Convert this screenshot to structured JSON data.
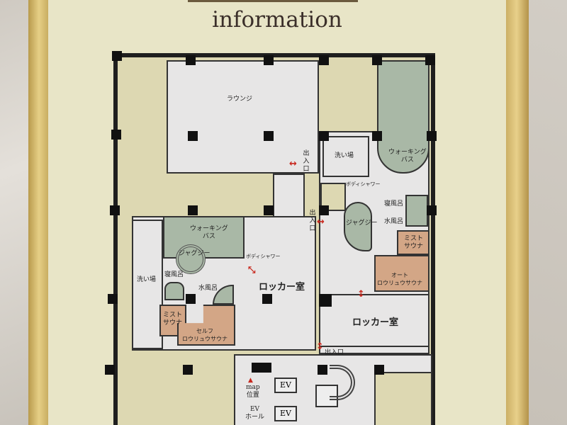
{
  "sign": {
    "title": "information"
  },
  "rooms": {
    "lounge": "ラウンジ",
    "walking_bath": "ウォーキング",
    "walking_bath2": "バス",
    "jacuzzi": "ジャグジー",
    "body_shower": "ボディシャワー",
    "wash_area": "洗い場",
    "sleeping_bath": "寝風呂",
    "cold_bath": "水風呂",
    "mist_sauna": "ミスト",
    "mist_sauna2": "サウナ",
    "self_loyly": "セルフ",
    "self_loyly2": "ロウリュウサウナ",
    "auto_loyly": "オート",
    "auto_loyly2": "ロウリュウサウナ",
    "locker_room": "ロッカー室",
    "entrance": "出入口",
    "ev": "EV",
    "map_pos1": "map",
    "map_pos2": "位置",
    "ev_hall1": "EV",
    "ev_hall2": "ホール"
  },
  "colors": {
    "bath": "#a9b8a6",
    "sauna": "#d3a686",
    "floor": "#e7e6e6",
    "accent": "#c8281e"
  }
}
